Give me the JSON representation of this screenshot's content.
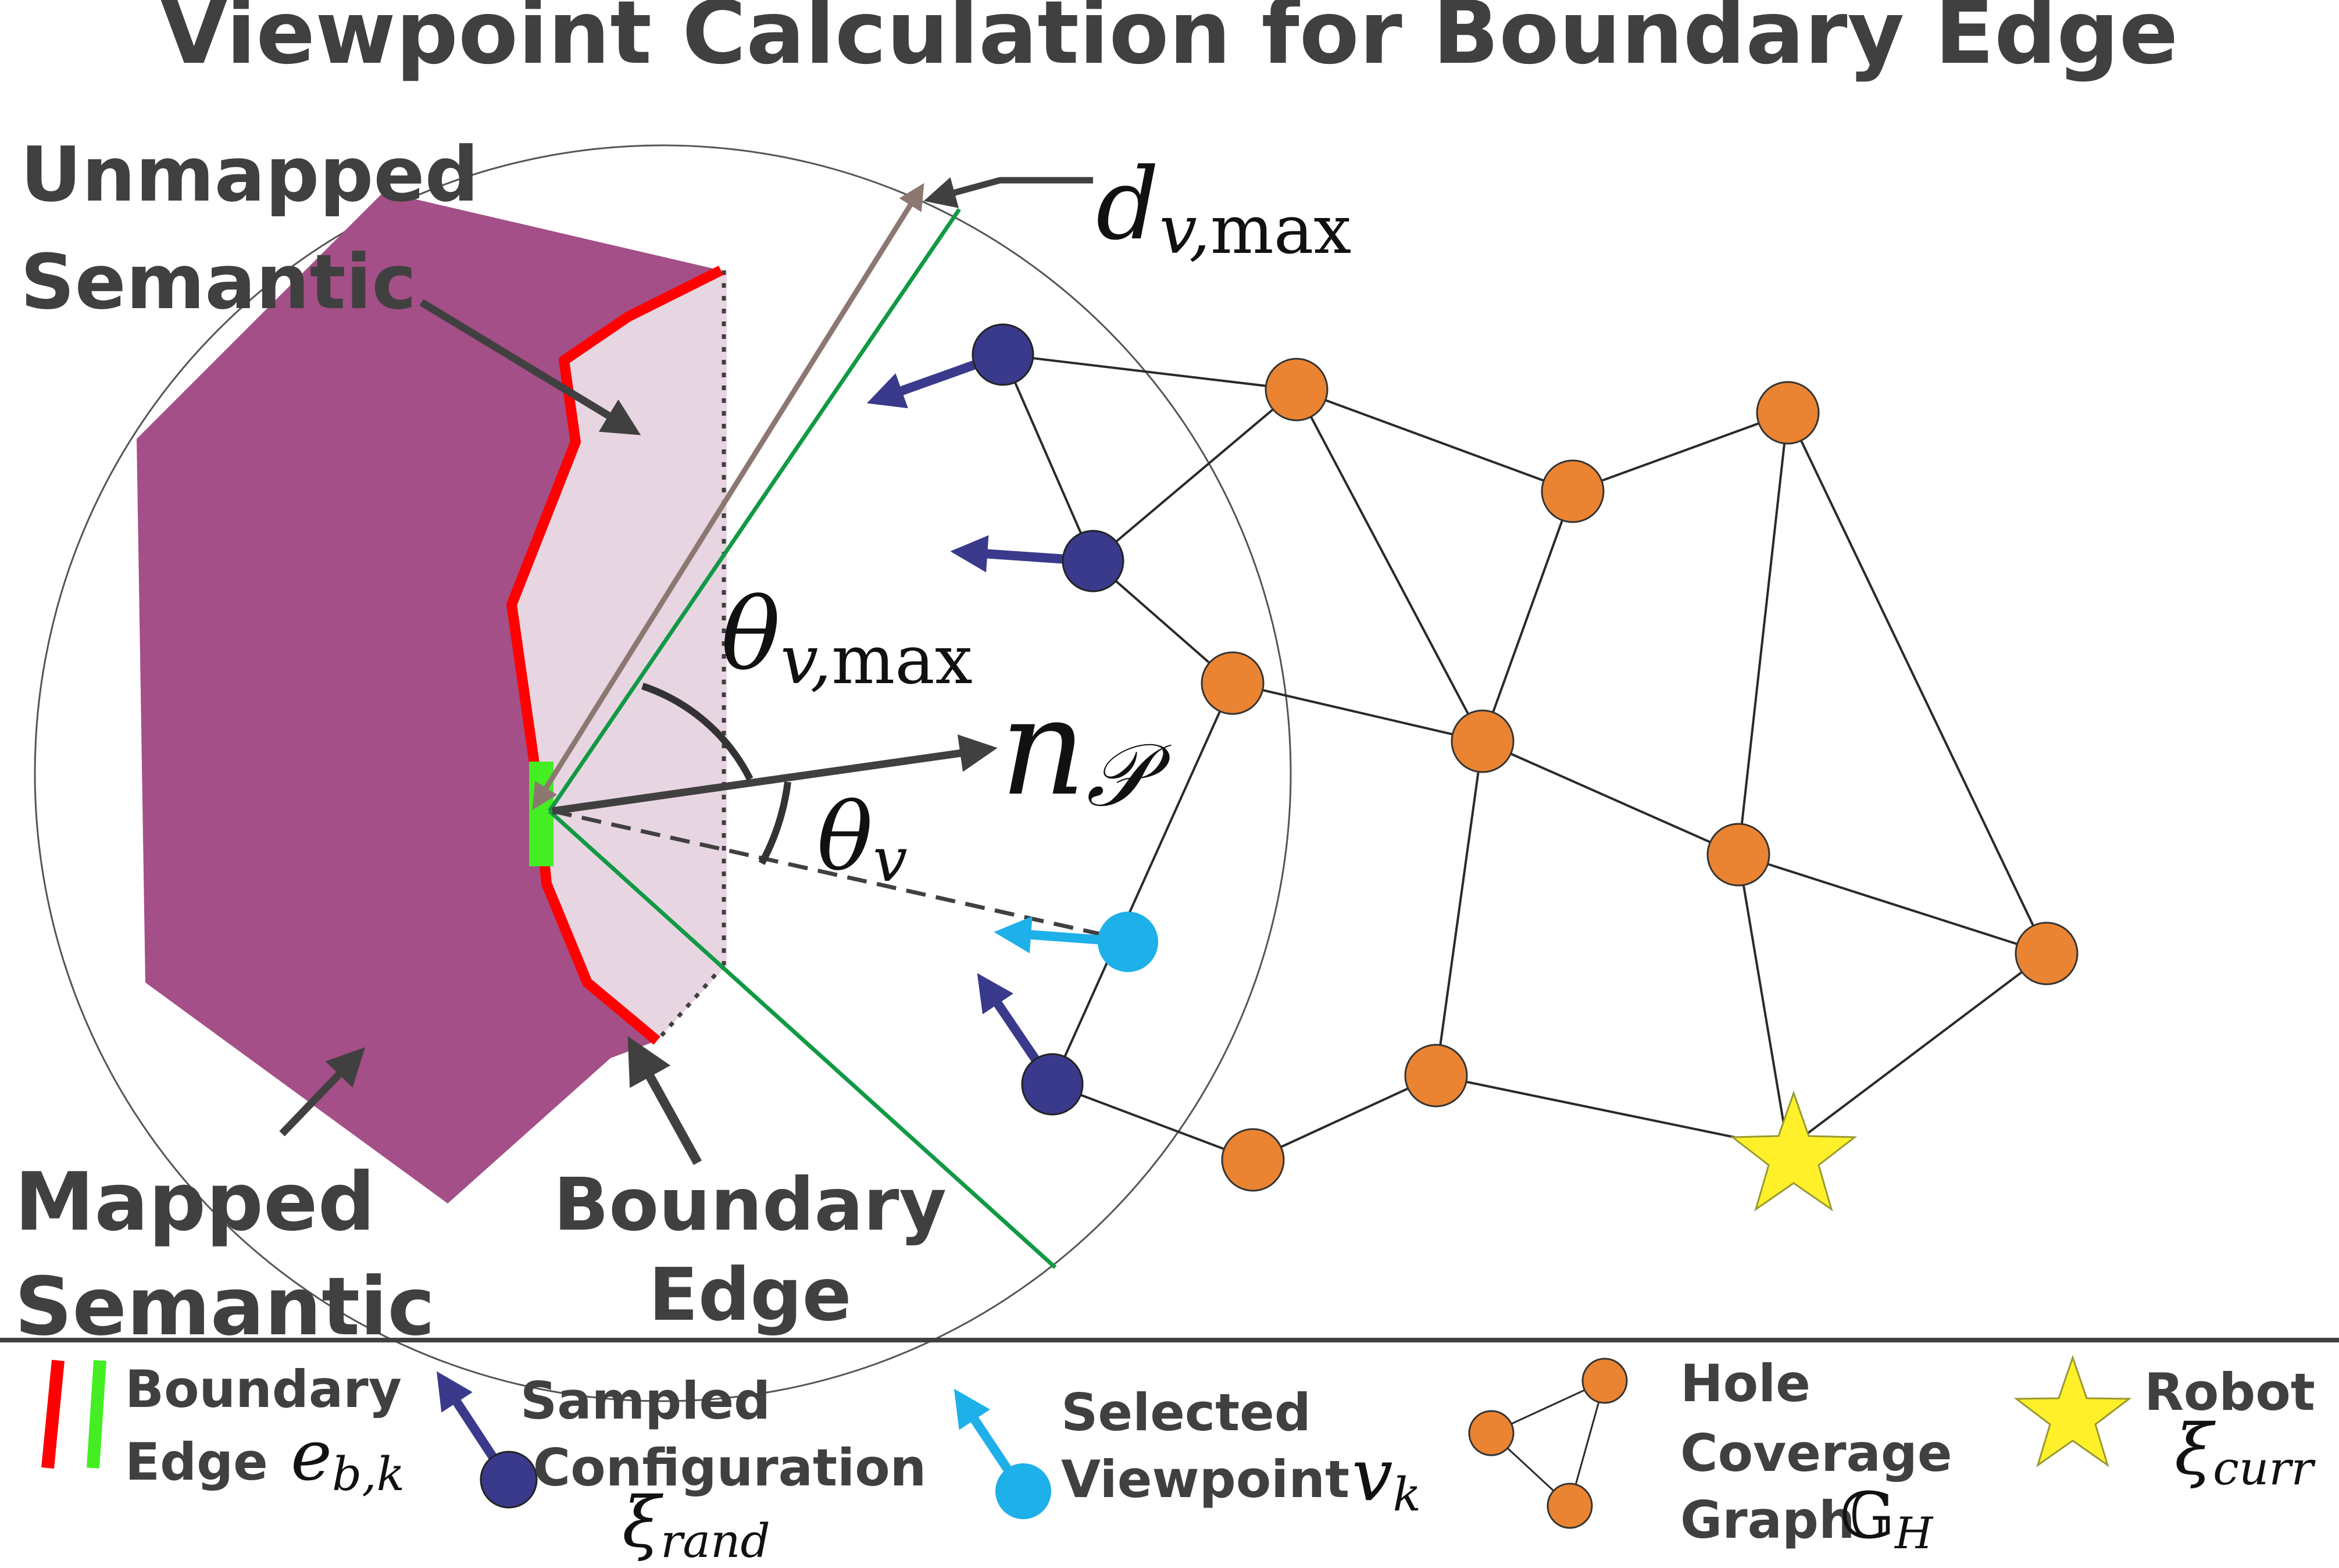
{
  "title": "Viewpoint Calculation for Boundary Edge",
  "labels": {
    "unmapped_line1": "Unmapped",
    "unmapped_line2": "Semantic",
    "mapped_line1": "Mapped",
    "mapped_line2": "Semantic",
    "boundary_line1": "Boundary",
    "boundary_line2": "Edge"
  },
  "math": {
    "d_base": "d",
    "d_sub": "v,",
    "d_sub_max": "max",
    "theta_max_base": "θ",
    "theta_max_sub": "v,",
    "theta_max_sub_max": "max",
    "normal_base": "n",
    "normal_sub": "𝒫",
    "theta_v_base": "θ",
    "theta_v_sub": "v"
  },
  "legend": {
    "boundary_line1": "Boundary",
    "boundary_line2": "Edge",
    "boundary_sym_base": "e",
    "boundary_sym_sub": "b,k",
    "sampled_line1": "Sampled",
    "sampled_line2": "Configuration",
    "sampled_sym_base": "ξ",
    "sampled_sym_sub": "rand",
    "selected_line1": "Selected",
    "selected_line2": "Viewpoint",
    "selected_sym": "v",
    "selected_sym_sub": "k",
    "hole_line1": "Hole",
    "hole_line2": "Coverage",
    "hole_line3": "Graph",
    "hole_sym_base": "𝔾",
    "hole_sym_sub": "H",
    "robot_line1": "Robot",
    "robot_sym_base": "ξ",
    "robot_sym_sub": "curr"
  },
  "colors": {
    "mapped_region": "#a44f87",
    "unmapped_region": "#e8d5e2",
    "boundary_red": "#ff0000",
    "boundary_green": "#44ee22",
    "fov_green": "#119944",
    "sampled_dark_blue": "#3a3a8c",
    "selected_light_blue": "#1eb0e8",
    "graph_node_orange": "#ea8432",
    "robot_star": "#fff02a",
    "max_range_brown": "#8c7870",
    "text_gray": "#404040"
  }
}
